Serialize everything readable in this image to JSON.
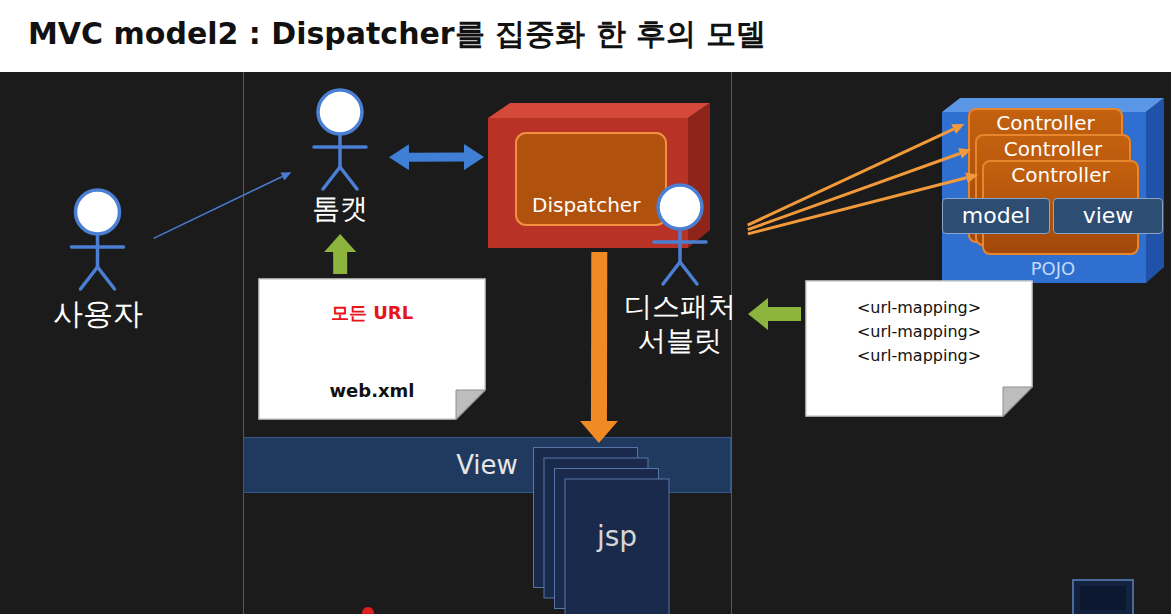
{
  "diagram": {
    "title": "MVC model2 : Dispatcher를 집중화 한 후의 모델",
    "nodes": [
      {
        "text": [
          "사용자"
        ]
      },
      {
        "text": [
          "톰캣"
        ]
      },
      {
        "text": [
          "Dispatcher"
        ]
      },
      {
        "text": [
          "디스패처 서블릿"
        ]
      },
      {
        "text": [
          "POJO"
        ]
      },
      {
        "text": [
          "Controller"
        ],
        "in": 4
      },
      {
        "text": [
          "Controller"
        ],
        "in": 4
      },
      {
        "text": [
          "Controller"
        ],
        "in": 4
      },
      {
        "text": [
          "model"
        ],
        "in": 4
      },
      {
        "text": [
          "view"
        ],
        "in": 4
      },
      {
        "text": [
          "모든 URL",
          "web.xml"
        ]
      },
      {
        "text": [
          "<url-mapping> <url-mapping> <url-mapping>"
        ]
      },
      {
        "text": [
          "View"
        ]
      },
      {
        "text": [
          "jsp"
        ]
      }
    ],
    "edges": [
      {
        "from": 0,
        "to": 1,
        "arrow": "to"
      },
      {
        "from": 1,
        "to": 2,
        "arrow": "both"
      },
      {
        "from": 10,
        "to": 1,
        "arrow": "to"
      },
      {
        "from": 11,
        "to": 3,
        "arrow": "to"
      },
      {
        "from": 3,
        "to": 5,
        "arrow": "to"
      },
      {
        "from": 3,
        "to": 6,
        "arrow": "to"
      },
      {
        "from": 3,
        "to": 7,
        "arrow": "to"
      },
      {
        "from": 2,
        "to": 13,
        "arrow": "to"
      }
    ]
  }
}
